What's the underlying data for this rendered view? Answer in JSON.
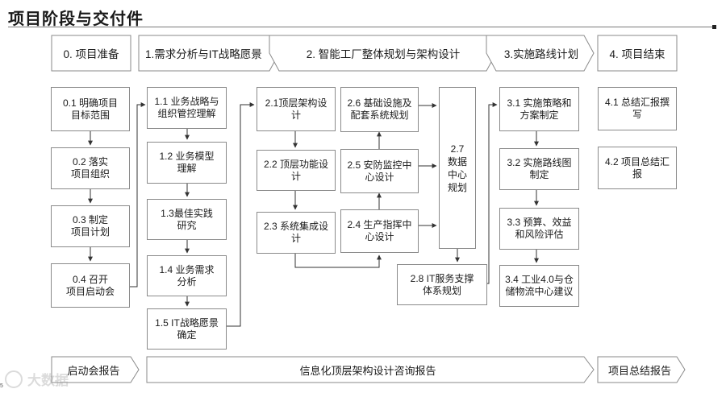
{
  "title": "项目阶段与交付件",
  "phases": [
    "0. 项目准备",
    "1.需求分析与IT战略愿景",
    "2. 智能工厂整体规划与架构设计",
    "3.实施路线计划",
    "4. 项目结束"
  ],
  "phase0": [
    "0.1 明确项目\n目标范围",
    "0.2 落实\n项目组织",
    "0.3 制定\n项目计划",
    "0.4 召开\n项目启动会"
  ],
  "phase1": [
    "1.1 业务战略与\n组织管控理解",
    "1.2 业务模型\n理解",
    "1.3最佳实践\n研究",
    "1.4 业务需求\n分析",
    "1.5 IT战略愿景\n确定"
  ],
  "phase2": {
    "b21": "2.1顶层架构设\n计",
    "b22": "2.2 顶层功能设\n计",
    "b23": "2.3 系统集成设\n计",
    "b26": "2.6 基础设施及\n配套系统规划",
    "b25": "2.5 安防监控中\n心设计",
    "b24": "2.4 生产指挥中\n心设计",
    "b27": "2.7\n数据\n中心\n规划",
    "b28": "2.8 IT服务支撑\n体系规划"
  },
  "phase3": [
    "3.1 实施策略和\n方案制定",
    "3.2 实施路线图\n制定",
    "3.3 预算、效益\n和风险评估",
    "3.4 工业4.0与仓\n储物流中心建议"
  ],
  "phase4": [
    "4.1 总结汇报撰\n写",
    "4.2 项目总结汇\n报"
  ],
  "deliverables": [
    "启动会报告",
    "信息化顶层架构设计咨询报告",
    "项目总结报告"
  ],
  "watermark": {
    "text": "大数据",
    "page_number": "5"
  },
  "colors": {
    "border": "#8a8a8a",
    "arrow": "#333333",
    "text": "#1a1a1a"
  }
}
